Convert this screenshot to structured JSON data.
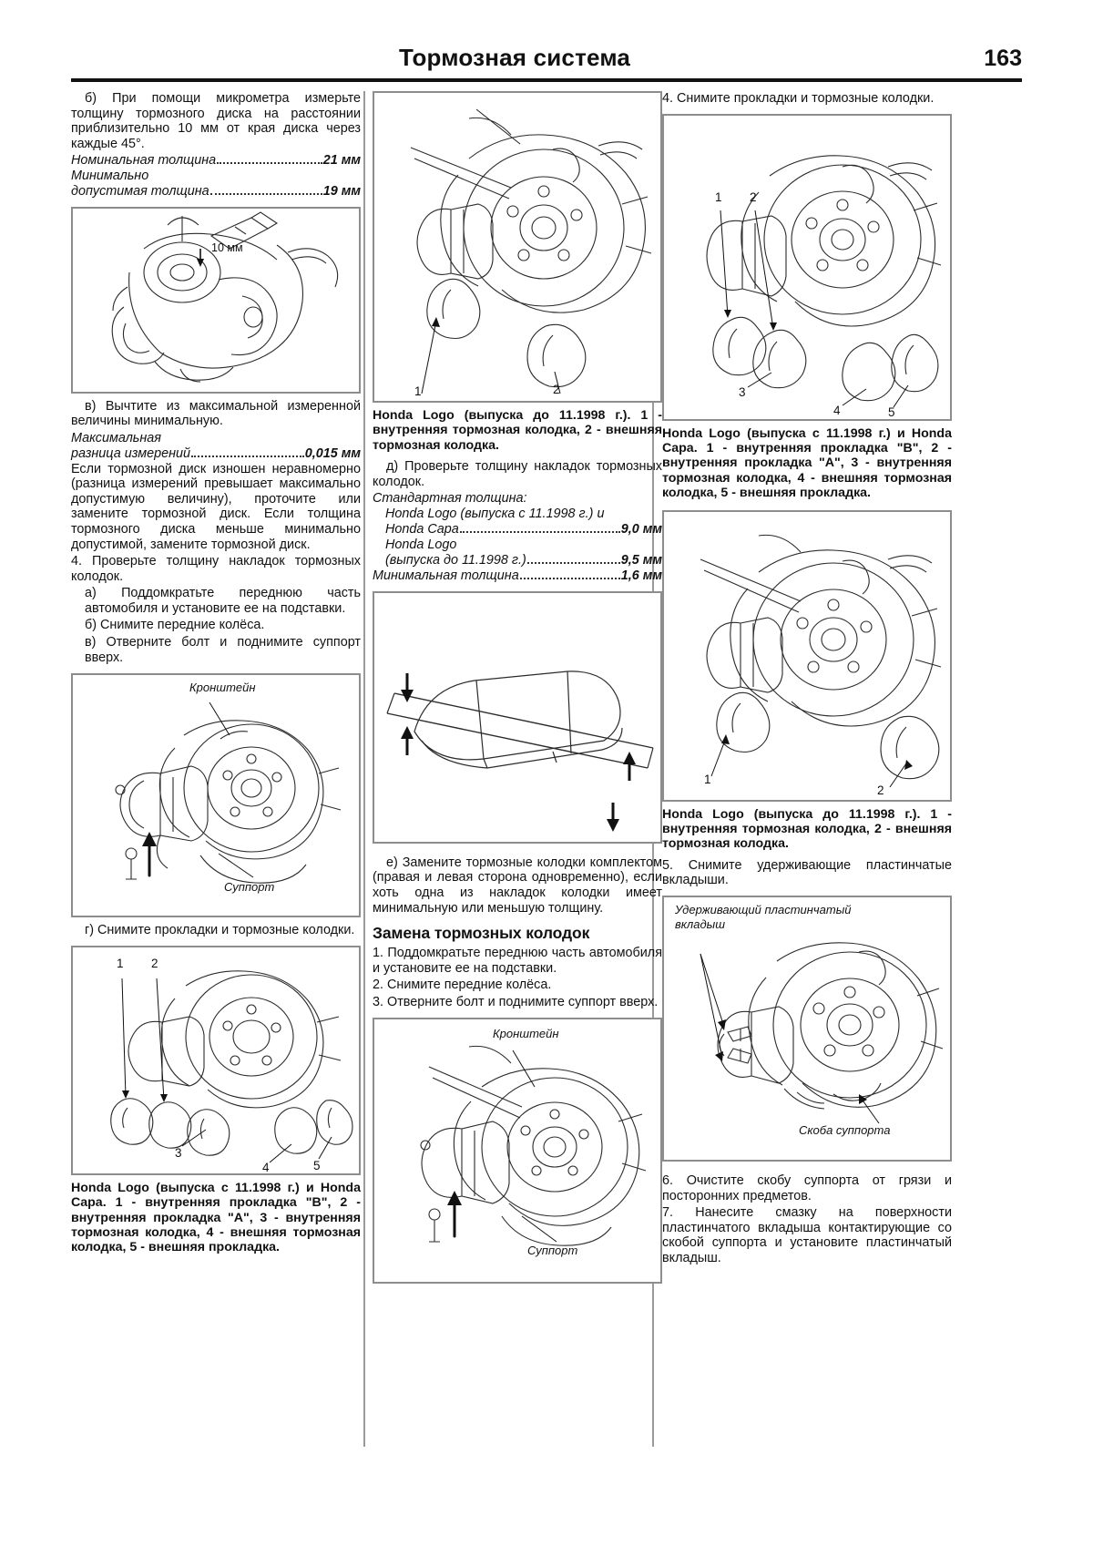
{
  "header": {
    "title": "Тормозная система",
    "page_number": "163"
  },
  "column1": {
    "para_b": "б) При помощи микрометра измерьте толщину тормозного диска на расстоянии приблизительно 10 мм от края диска через каждые 45°.",
    "spec_nominal_label": "Номинальная толщина",
    "spec_nominal_value": "21 мм",
    "spec_min_label_1": "Минимально",
    "spec_min_label_2": "допустимая толщина",
    "spec_min_value": "19 мм",
    "fig1_dim": "10 мм",
    "para_v": "в) Вычтите из максимальной измеренной величины минимальную.",
    "spec_maxdiff_label_1": "Максимальная",
    "spec_maxdiff_label_2": "разница измерений",
    "spec_maxdiff_value": "0,015 мм",
    "para_after": "Если тормозной диск изношен неравномерно (разница измерений превышает максимально допустимую величину), проточите или замените тормозной диск. Если толщина тормозного диска меньше минимально допустимой, замените тормозной диск.",
    "item4": "4. Проверьте толщину накладок тормозных колодок.",
    "item4a": "а) Поддомкратьте переднюю часть автомобиля и установите ее на подставки.",
    "item4b": "б) Снимите передние колёса.",
    "item4v": "в) Отверните болт и поднимите суппорт вверх.",
    "fig2_label_bracket": "Кронштейн",
    "fig2_label_caliper": "Суппорт",
    "para_g": "г) Снимите прокладки и тормозные колодки.",
    "fig3_numbers": [
      "1",
      "2",
      "3",
      "4",
      "5"
    ],
    "caption_fig3": "Honda Logo (выпуска с 11.1998 г.) и Honda Capa. 1 - внутренняя прокладка \"B\", 2 - внутренняя прокладка \"A\", 3 - внутренняя тормозная колодка, 4 - внешняя тормозная колодка, 5 - внешняя прокладка."
  },
  "column2": {
    "fig4_numbers": [
      "1",
      "2"
    ],
    "caption_fig4": "Honda Logo (выпуска до 11.1998 г.). 1 - внутренняя тормозная колодка, 2 - внешняя тормозная колодка.",
    "para_d": "д) Проверьте толщину накладок тормозных колодок.",
    "spec_std_header": "Стандартная толщина:",
    "spec_std_1_line1": "Honda Logo (выпуска с 11.1998 г.) и",
    "spec_std_1_line2": "Honda Capa",
    "spec_std_1_value": "9,0 мм",
    "spec_std_2_line1": "Honda Logo",
    "spec_std_2_line2": "(выпуска до 11.1998 г.)",
    "spec_std_2_value": "9,5 мм",
    "spec_min_label": "Минимальная толщина",
    "spec_min_value": "1,6 мм",
    "para_e": "е) Замените тормозные колодки комплектом (правая и левая сторона одновременно), если хоть одна из накладок колодки имеет минимальную или меньшую толщину.",
    "section_header": "Замена тормозных колодок",
    "item1": "1. Поддомкратьте переднюю часть автомобиля и установите ее на подставки.",
    "item2": "2. Снимите передние колёса.",
    "item3": "3. Отверните болт и поднимите суппорт вверх.",
    "fig6_label_bracket": "Кронштейн",
    "fig6_label_caliper": "Суппорт"
  },
  "column3": {
    "item4": "4. Снимите прокладки и тормозные колодки.",
    "fig7_numbers": [
      "1",
      "2",
      "3",
      "4",
      "5"
    ],
    "caption_fig7": "Honda Logo (выпуска с 11.1998 г.) и Honda Capa. 1 - внутренняя прокладка \"B\", 2 - внутренняя прокладка \"A\", 3 - внутренняя тормозная колодка, 4 - внешняя тормозная колодка, 5 - внешняя прокладка.",
    "fig8_numbers": [
      "1",
      "2"
    ],
    "caption_fig8": "Honda Logo (выпуска до 11.1998 г.). 1 - внутренняя тормозная колодка, 2 - внешняя тормозная колодка.",
    "item5": "5. Снимите удерживающие пластинчатые вкладыши.",
    "fig9_label_insert_1": "Удерживающий пластинчатый",
    "fig9_label_insert_2": "вкладыш",
    "fig9_label_clip": "Скоба суппорта",
    "item6": "6. Очистите скобу суппорта от грязи и посторонних предметов.",
    "item7": "7. Нанесите смазку на поверхности пластинчатого вкладыша контактирующие со скобой суппорта и установите пластинчатый вкладыш."
  },
  "colors": {
    "text": "#111111",
    "figure_border": "#8d8d8d",
    "divider": "#9a9a9a",
    "line_art": "#2b2b2b"
  }
}
